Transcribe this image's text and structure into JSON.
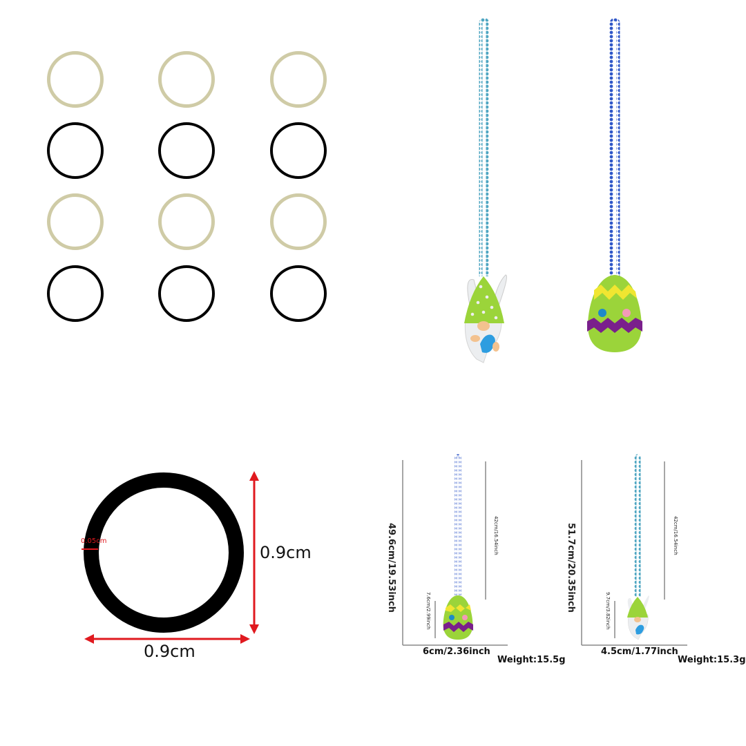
{
  "panels": {
    "rings_grid": {
      "rows": [
        {
          "color": "#cfcba6",
          "name": "beige"
        },
        {
          "color": "#000000",
          "name": "black"
        },
        {
          "color": "#cfcba6",
          "name": "beige"
        },
        {
          "color": "#000000",
          "name": "black"
        }
      ],
      "columns": 3
    },
    "necklaces": [
      {
        "name": "gnome-necklace",
        "bead_color": "#4fa6c2"
      },
      {
        "name": "egg-necklace",
        "bead_color": "#2f57c8"
      }
    ],
    "ring_dimensions": {
      "thickness": "0.05cm",
      "height": "0.9cm",
      "width": "0.9cm",
      "arrow_color": "#e0191f"
    },
    "egg_dimensions": {
      "total_length": "49.6cm/19.53inch",
      "chain_length": "42cm/16.54inch",
      "pendant_length": "7.6cm/2.99inch",
      "width": "6cm/2.36inch",
      "weight": "Weight:15.5g"
    },
    "gnome_dimensions": {
      "total_length": "51.7cm/20.35inch",
      "chain_length": "42cm/16.54inch",
      "pendant_length": "9.7cm/3.82inch",
      "width": "4.5cm/1.77inch",
      "weight": "Weight:15.3g"
    }
  }
}
